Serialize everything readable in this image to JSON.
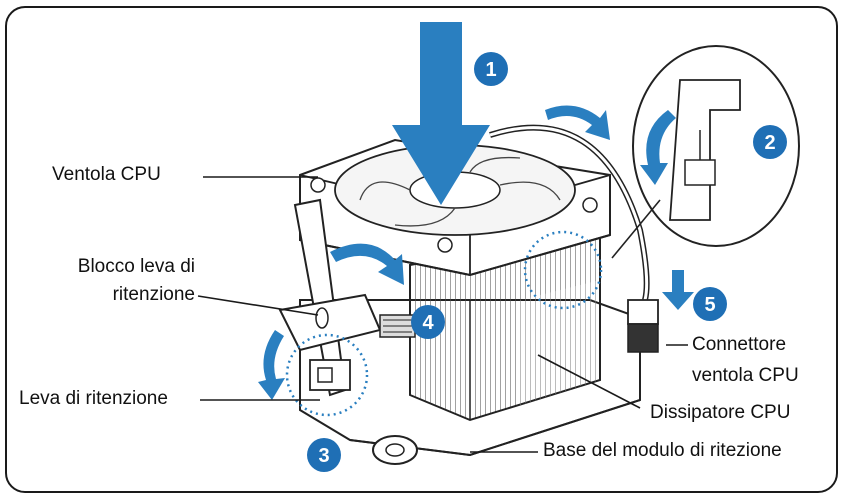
{
  "labels": {
    "cpu_fan": "Ventola CPU",
    "retention_lever_lock_line1": "Blocco leva di",
    "retention_lever_lock_line2": "ritenzione",
    "retention_lever": "Leva di ritenzione",
    "fan_connector_line1": "Connettore",
    "fan_connector_line2": "ventola CPU",
    "heatsink": "Dissipatore CPU",
    "retention_base": "Base del modulo di ritezione"
  },
  "steps": [
    "1",
    "2",
    "3",
    "4",
    "5"
  ],
  "colors": {
    "accent_blue": "#2a7fc0",
    "badge_blue": "#1f6fb5",
    "line": "#1a1a1a"
  }
}
